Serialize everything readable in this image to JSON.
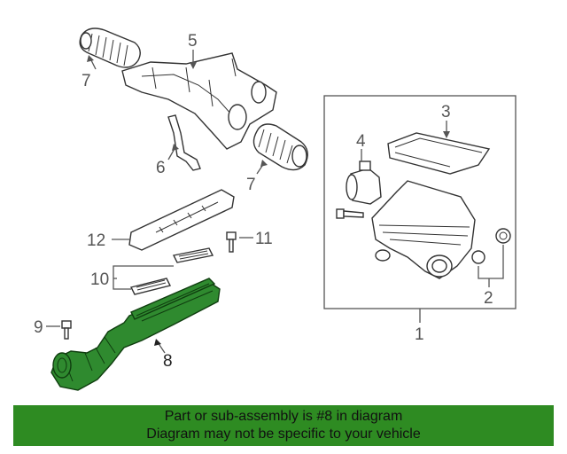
{
  "callouts": {
    "c1": "1",
    "c2": "2",
    "c3": "3",
    "c4": "4",
    "c5": "5",
    "c6": "6",
    "c7a": "7",
    "c7b": "7",
    "c8": "8",
    "c9": "9",
    "c10": "10",
    "c11": "11",
    "c12": "12"
  },
  "banner": {
    "line1": "Part or sub-assembly is #8 in diagram",
    "line2": "Diagram may not be specific to your vehicle"
  },
  "colors": {
    "highlight": "#2f8a2f",
    "banner": "#2e8b22"
  }
}
